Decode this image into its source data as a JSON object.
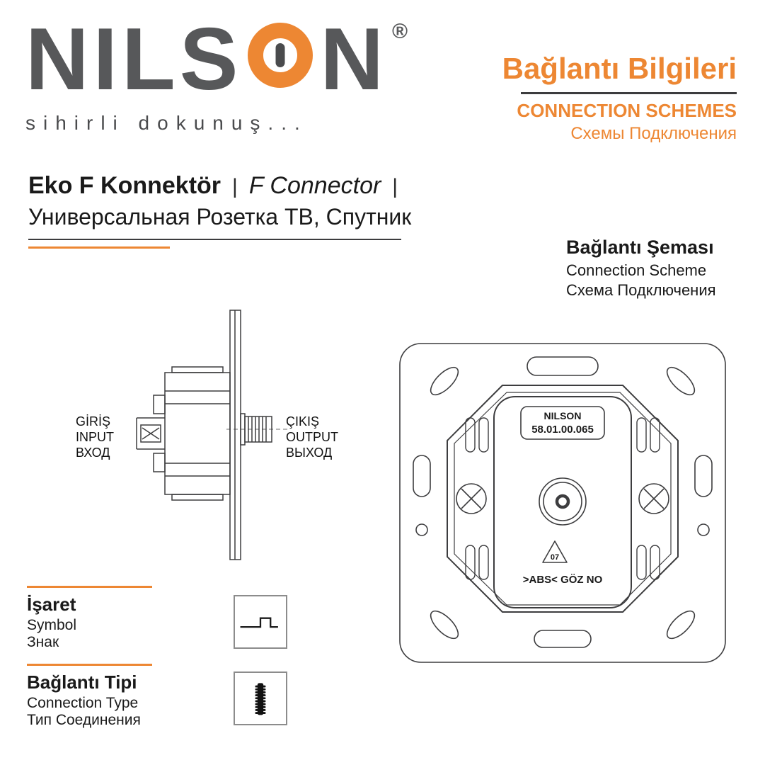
{
  "colors": {
    "accent": "#ED8733",
    "logo_gray": "#57585A",
    "rule_dark": "#3C3C3E",
    "ink": "#1A1A1A"
  },
  "logo": {
    "text": "NILSON",
    "prefix": "NILS",
    "suffix": "N",
    "registered": "®",
    "tagline": "sihirli dokunuş..."
  },
  "header": {
    "title_tr": "Bağlantı Bilgileri",
    "title_en": "CONNECTION SCHEMES",
    "title_ru": "Схемы Подключения"
  },
  "product": {
    "title_tr": "Eko F Konnektör",
    "separator": "|",
    "title_en": "F Connector",
    "title_ru": "Универсальная Розетка ТВ, Спутник"
  },
  "scheme": {
    "title_tr": "Bağlantı Şeması",
    "title_en": "Connection Scheme",
    "title_ru": "Схема Подключения"
  },
  "side_diagram": {
    "input_lines": [
      "GİRİŞ",
      "INPUT",
      "ВХОД"
    ],
    "output_lines": [
      "ÇIKIŞ",
      "OUTPUT",
      "ВЫХОД"
    ]
  },
  "module": {
    "brand": "NILSON",
    "part_number": "58.01.00.065",
    "recycle_code": "07",
    "material_text": ">ABS< GÖZ NO"
  },
  "legend": {
    "symbol": {
      "title": "İşaret",
      "sub_en": "Symbol",
      "sub_ru": "Знак"
    },
    "connection": {
      "title": "Bağlantı Tipi",
      "sub_en": "Connection Type",
      "sub_ru": "Тип Соединения"
    }
  }
}
